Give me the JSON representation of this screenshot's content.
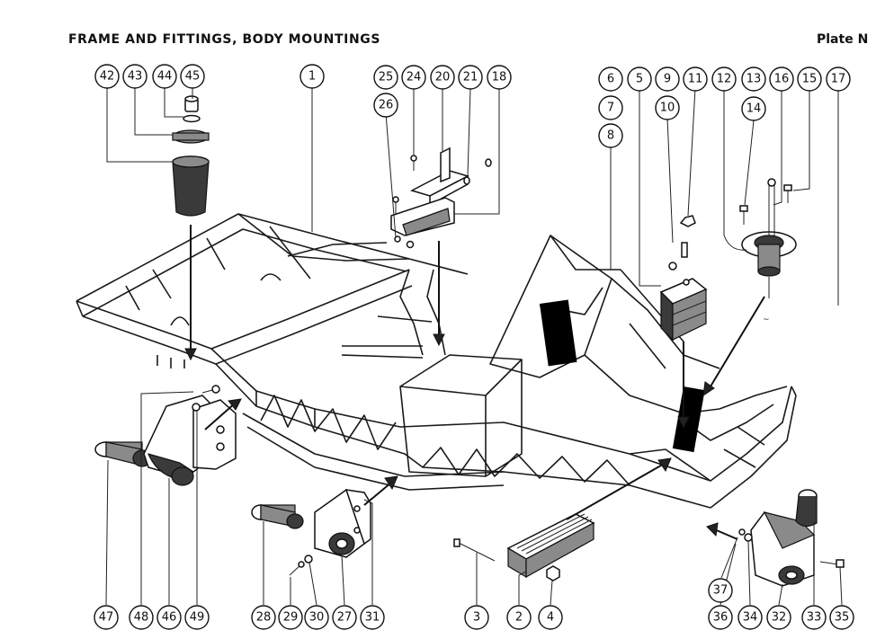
{
  "header": {
    "title": "FRAME AND FITTINGS, BODY MOUNTINGS",
    "plate": "Plate N"
  },
  "callouts": [
    {
      "id": "c42",
      "label": "42"
    },
    {
      "id": "c43",
      "label": "43"
    },
    {
      "id": "c44",
      "label": "44"
    },
    {
      "id": "c45",
      "label": "45"
    },
    {
      "id": "c1",
      "label": "1"
    },
    {
      "id": "c25",
      "label": "25"
    },
    {
      "id": "c26",
      "label": "26"
    },
    {
      "id": "c24",
      "label": "24"
    },
    {
      "id": "c20",
      "label": "20"
    },
    {
      "id": "c21",
      "label": "21"
    },
    {
      "id": "c18",
      "label": "18"
    },
    {
      "id": "c6",
      "label": "6"
    },
    {
      "id": "c7",
      "label": "7"
    },
    {
      "id": "c8",
      "label": "8"
    },
    {
      "id": "c5",
      "label": "5"
    },
    {
      "id": "c9",
      "label": "9"
    },
    {
      "id": "c10",
      "label": "10"
    },
    {
      "id": "c11",
      "label": "11"
    },
    {
      "id": "c12",
      "label": "12"
    },
    {
      "id": "c13",
      "label": "13"
    },
    {
      "id": "c14",
      "label": "14"
    },
    {
      "id": "c16",
      "label": "16"
    },
    {
      "id": "c15",
      "label": "15"
    },
    {
      "id": "c17",
      "label": "17"
    },
    {
      "id": "c47",
      "label": "47"
    },
    {
      "id": "c48",
      "label": "48"
    },
    {
      "id": "c46",
      "label": "46"
    },
    {
      "id": "c49",
      "label": "49"
    },
    {
      "id": "c28",
      "label": "28"
    },
    {
      "id": "c29",
      "label": "29"
    },
    {
      "id": "c30",
      "label": "30"
    },
    {
      "id": "c27",
      "label": "27"
    },
    {
      "id": "c31",
      "label": "31"
    },
    {
      "id": "c3",
      "label": "3"
    },
    {
      "id": "c2",
      "label": "2"
    },
    {
      "id": "c4",
      "label": "4"
    },
    {
      "id": "c37",
      "label": "37"
    },
    {
      "id": "c36",
      "label": "36"
    },
    {
      "id": "c34",
      "label": "34"
    },
    {
      "id": "c32",
      "label": "32"
    },
    {
      "id": "c33",
      "label": "33"
    },
    {
      "id": "c35",
      "label": "35"
    }
  ]
}
